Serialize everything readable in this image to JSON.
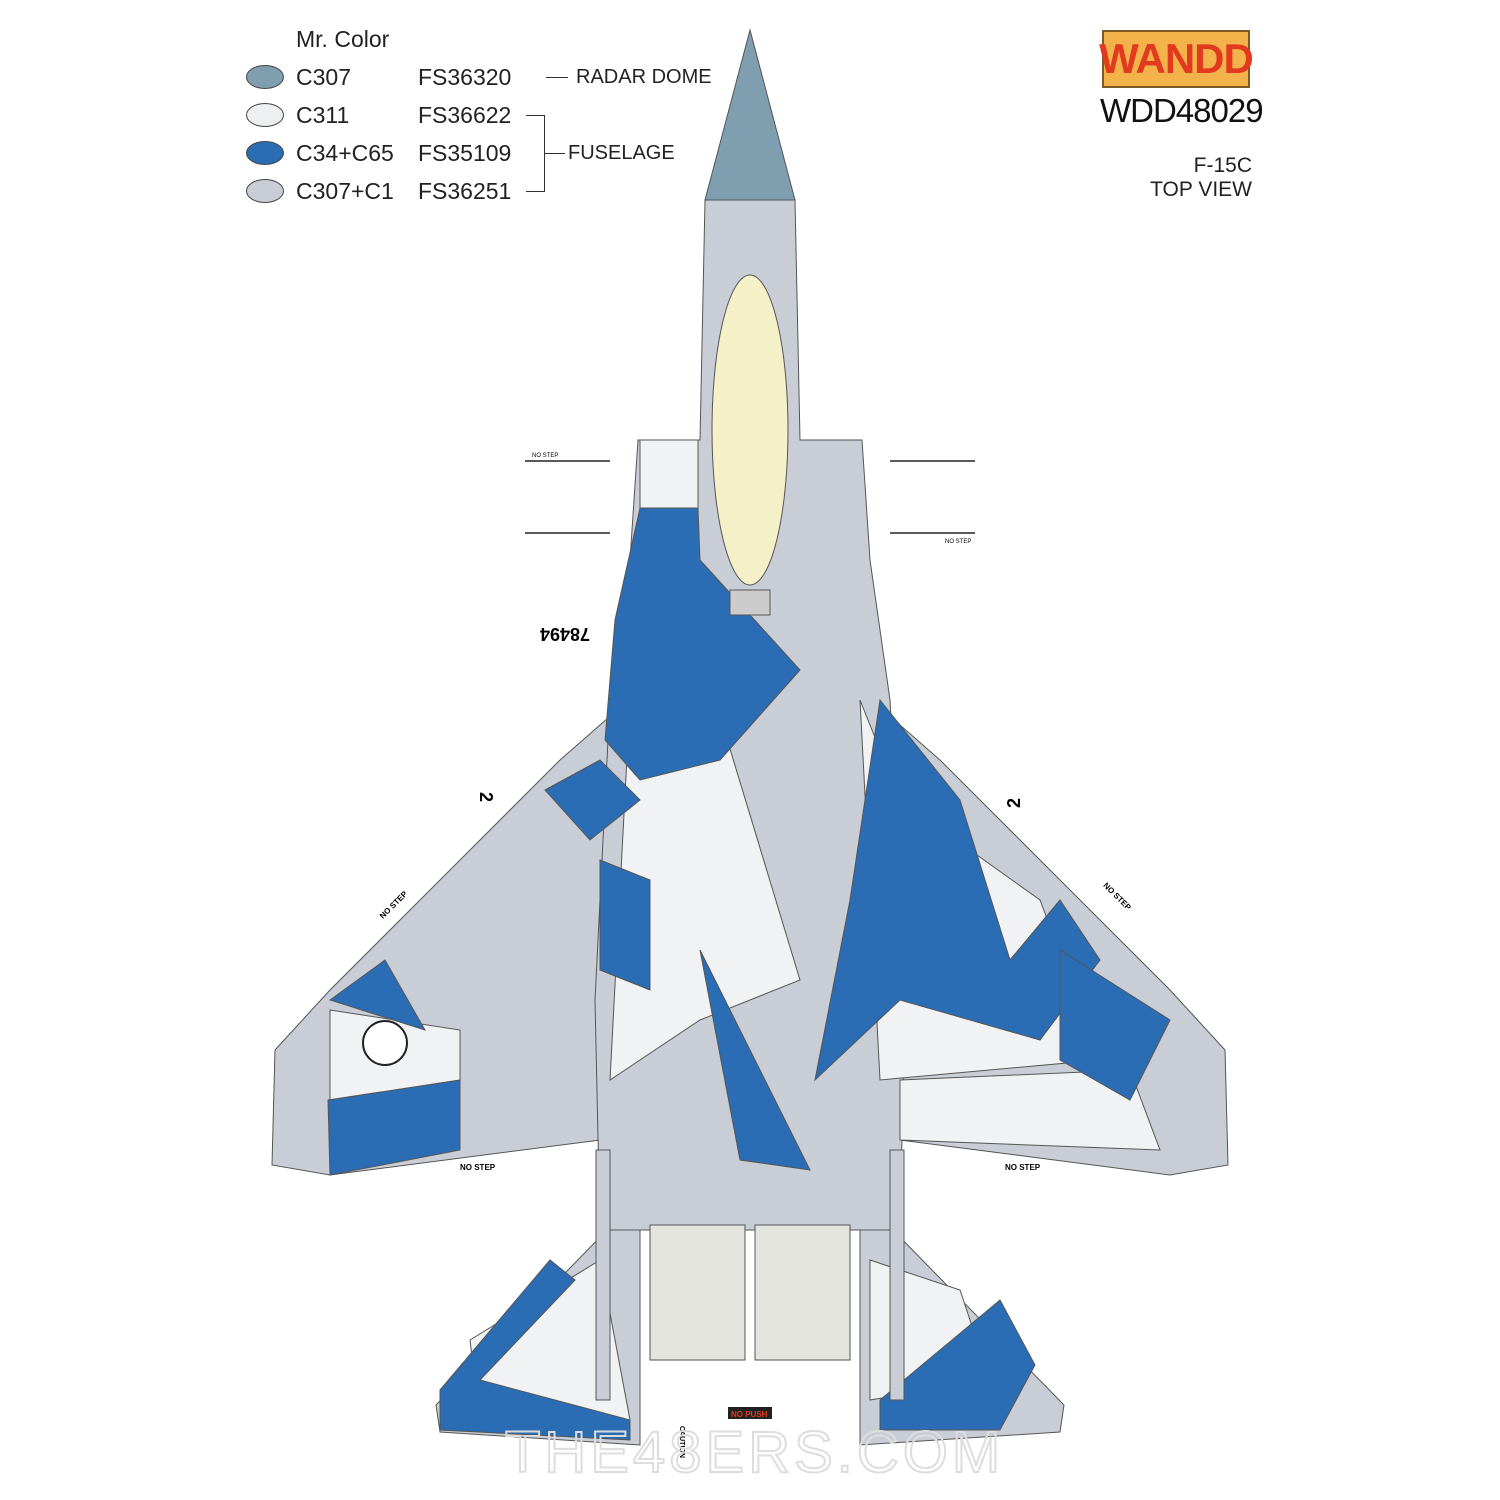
{
  "legend": {
    "title": "Mr. Color",
    "items": [
      {
        "code": "C307",
        "fs": "FS36320",
        "color": "#7f9fb0"
      },
      {
        "code": "C311",
        "fs": "FS36622",
        "color": "#eeeff0"
      },
      {
        "code": "C34+C65",
        "fs": "FS35109",
        "color": "#2a6db5"
      },
      {
        "code": "C307+C1",
        "fs": "FS36251",
        "color": "#c9ced6"
      }
    ],
    "radar_dome_label": "RADAR DOME",
    "fuselage_label": "FUSELAGE"
  },
  "brand": {
    "logo": "WANDD",
    "product_code": "WDD48029"
  },
  "aircraft": {
    "model": "F-15C",
    "view": "TOP VIEW"
  },
  "markings": {
    "serial": "78494",
    "no_step": "NO STEP",
    "number": "2",
    "no_push": "NO PUSH",
    "caution": "CAUTION"
  },
  "watermark": "THE48ERS.COM",
  "colors": {
    "radome": "#7f9fb0",
    "white": "#f1f2f4",
    "blue": "#2a6db5",
    "grey": "#c9ced6",
    "canopy": "#f4f0c8"
  }
}
